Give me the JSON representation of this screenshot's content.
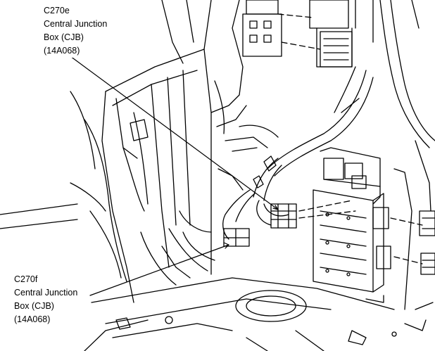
{
  "colors": {
    "background": "#ffffff",
    "linework": "#000000"
  },
  "callouts": [
    {
      "id": "c270e",
      "connector": "C270e",
      "name": "Central Junction",
      "name2": "Box (CJB)",
      "part": "(14A068)"
    },
    {
      "id": "c270f",
      "connector": "C270f",
      "name": "Central Junction",
      "name2": "Box (CJB)",
      "part": "(14A068)"
    }
  ]
}
